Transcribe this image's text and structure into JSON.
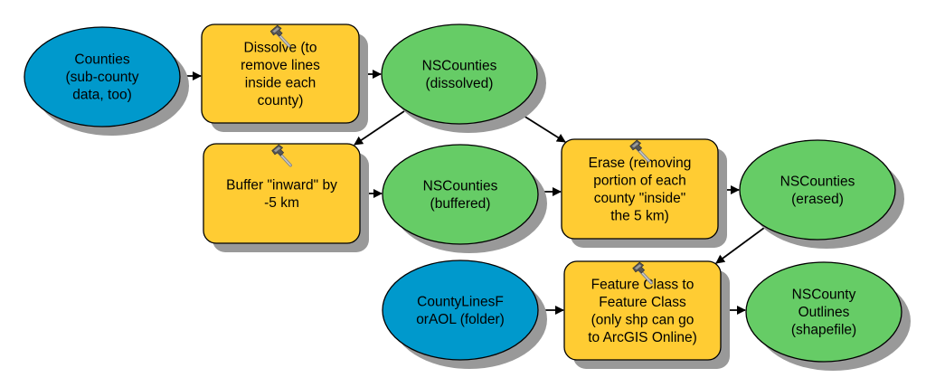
{
  "colors": {
    "input_data": "#0099CC",
    "tool": "#FFCC33",
    "derived_data": "#66CC66",
    "shadow": "#999999",
    "edge": "#000000"
  },
  "nodes": [
    {
      "id": "counties",
      "type": "input_data",
      "icon": null,
      "lines": [
        "Counties",
        "(sub-county",
        "data, too)"
      ]
    },
    {
      "id": "dissolve",
      "type": "tool",
      "icon": "hammer-icon",
      "lines": [
        "Dissolve (to",
        "remove lines",
        "inside each",
        "county)"
      ]
    },
    {
      "id": "nscounties-dissolved",
      "type": "derived_data",
      "icon": null,
      "lines": [
        "NSCounties",
        "(dissolved)"
      ]
    },
    {
      "id": "buffer",
      "type": "tool",
      "icon": "hammer-icon",
      "lines": [
        "Buffer \"inward\" by",
        "-5 km"
      ]
    },
    {
      "id": "nscounties-buffered",
      "type": "derived_data",
      "icon": null,
      "lines": [
        "NSCounties",
        "(buffered)"
      ]
    },
    {
      "id": "erase",
      "type": "tool",
      "icon": "hammer-icon",
      "lines": [
        "Erase (removing",
        "portion of each",
        "county \"inside\"",
        "the 5 km)"
      ]
    },
    {
      "id": "nscounties-erased",
      "type": "derived_data",
      "icon": null,
      "lines": [
        "NSCounties",
        "(erased)"
      ]
    },
    {
      "id": "countylines-folder",
      "type": "input_data",
      "icon": null,
      "lines": [
        "CountyLinesF",
        "orAOL (folder)"
      ]
    },
    {
      "id": "feature-class-to-feature-class",
      "type": "tool",
      "icon": "hammer-icon",
      "lines": [
        "Feature Class to",
        "Feature Class",
        "(only shp can go",
        "to ArcGIS Online)"
      ]
    },
    {
      "id": "nscounty-outlines",
      "type": "derived_data",
      "icon": null,
      "lines": [
        "NSCounty",
        "Outlines",
        "(shapefile)"
      ]
    }
  ],
  "edges": [
    {
      "from": "counties",
      "to": "dissolve"
    },
    {
      "from": "dissolve",
      "to": "nscounties-dissolved"
    },
    {
      "from": "nscounties-dissolved",
      "to": "buffer"
    },
    {
      "from": "nscounties-dissolved",
      "to": "erase"
    },
    {
      "from": "buffer",
      "to": "nscounties-buffered"
    },
    {
      "from": "nscounties-buffered",
      "to": "erase"
    },
    {
      "from": "erase",
      "to": "nscounties-erased"
    },
    {
      "from": "nscounties-erased",
      "to": "feature-class-to-feature-class"
    },
    {
      "from": "countylines-folder",
      "to": "feature-class-to-feature-class"
    },
    {
      "from": "feature-class-to-feature-class",
      "to": "nscounty-outlines"
    }
  ]
}
